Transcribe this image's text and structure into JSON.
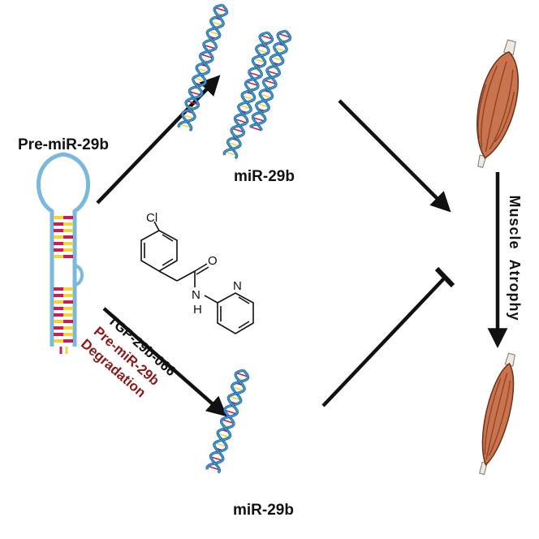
{
  "labels": {
    "precursor": "Pre-miR-29b",
    "mirna_top": "miR-29b",
    "mirna_bottom": "miR-29b",
    "compound": "TGP-29b-066",
    "degradation_line1": "Pre-miR-29b",
    "degradation_line2": "Degradation",
    "side_line1": "Muscle",
    "side_line2": "Atrophy",
    "chem_cl": "Cl",
    "chem_o": "O",
    "chem_h": "H",
    "chem_n1": "N",
    "chem_n2": "N"
  },
  "colors": {
    "arrow": "#111111",
    "degradation_text": "#8b1a1a",
    "muscle_fill": "#c9744f",
    "muscle_stripe": "#8a3e22",
    "tendon": "#efe9df",
    "helix_backbone": "#3a9ad9",
    "helix_dark": "#1b4f7a",
    "hairpin_outline": "#7ab8dc",
    "base_red": "#c81e55",
    "base_yellow": "#f1d63a"
  },
  "icons": {
    "hairpin": "pre-mirna-hairpin-icon",
    "helix": "mirna-helix-icon",
    "muscle": "muscle-icon",
    "molecule": "chemical-structure-icon"
  }
}
